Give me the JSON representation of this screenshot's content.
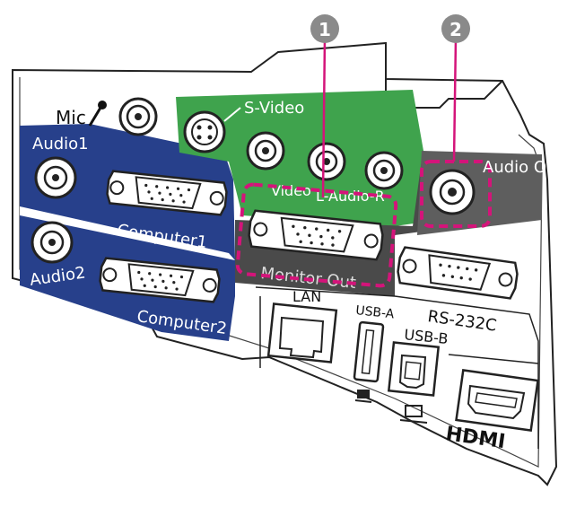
{
  "callouts": [
    {
      "number": "1",
      "target": "monitor-out"
    },
    {
      "number": "2",
      "target": "audio-out"
    }
  ],
  "labels": {
    "mic": "Mic",
    "s_video": "S-Video",
    "audio1": "Audio1",
    "audio2": "Audio2",
    "computer1": "Computer1",
    "computer2": "Computer2",
    "video": "Video",
    "audio_lr": "L-Audio-R",
    "monitor_out": "Monitor Out",
    "audio_out": "Audio Out",
    "rs232c": "RS-232C",
    "lan": "LAN",
    "usb_a": "USB-A",
    "usb_b": "USB-B",
    "hdmi": "HDMI"
  },
  "colors": {
    "blue_panel": "#27408b",
    "green_panel": "#3fa34d",
    "gray_panel": "#555555",
    "highlight": "#d4147a",
    "callout": "#8a8a8a"
  }
}
